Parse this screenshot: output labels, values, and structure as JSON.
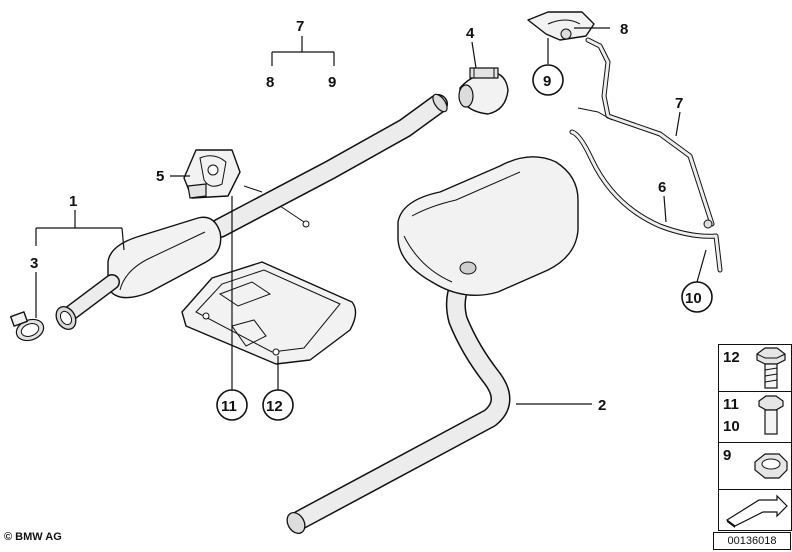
{
  "diagram": {
    "callouts": {
      "n1": "1",
      "n2": "2",
      "n3": "3",
      "n4": "4",
      "n5": "5",
      "n6": "6",
      "n7a": "7",
      "n7b": "7",
      "n8a": "8",
      "n8b": "8",
      "n9a": "9",
      "n9b": "9",
      "n10": "10",
      "n11": "11",
      "n12": "12"
    }
  },
  "legend": {
    "screw_labels": [
      "12"
    ],
    "bolt_labels": [
      "11",
      "10"
    ],
    "nut_labels": [
      "9"
    ]
  },
  "footer": {
    "copyright": "© BMW AG",
    "doc_id": "00136018"
  }
}
